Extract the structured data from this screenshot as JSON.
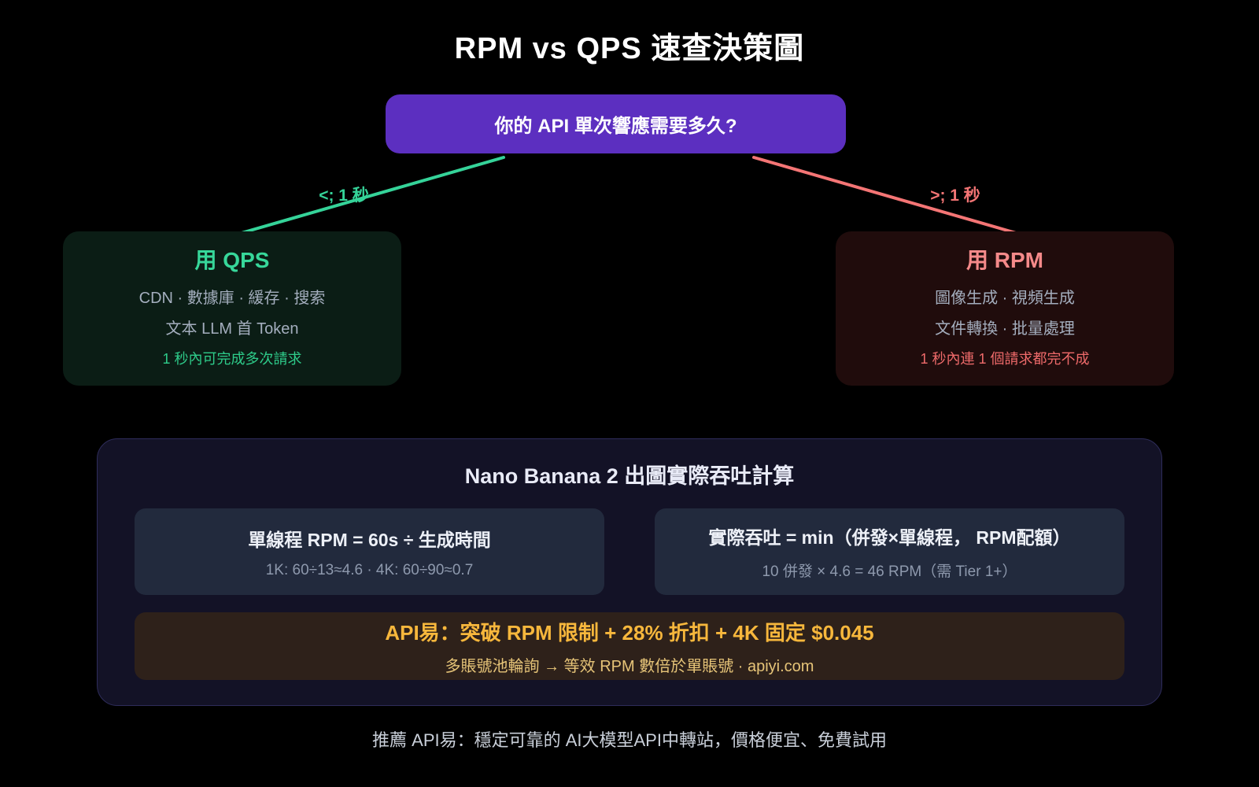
{
  "title": "RPM vs QPS 速查決策圖",
  "root_question": "你的 API 單次響應需要多久?",
  "branches": {
    "left": {
      "condition": "<;  1 秒",
      "color": "#35d399"
    },
    "right": {
      "condition": ">;  1 秒",
      "color": "#f47575"
    }
  },
  "qps_box": {
    "title": "用 QPS",
    "use_cases_1": "CDN · 數據庫 · 緩存 · 搜索",
    "use_cases_2": "文本 LLM 首 Token",
    "note": "1 秒內可完成多次請求"
  },
  "rpm_box": {
    "title": "用 RPM",
    "use_cases_1": "圖像生成 · 視頻生成",
    "use_cases_2": "文件轉換 · 批量處理",
    "note": "1 秒內連 1 個請求都完不成"
  },
  "calc_panel": {
    "title": "Nano Banana 2 出圖實際吞吐計算",
    "cards": [
      {
        "formula": "單線程 RPM = 60s ÷ 生成時間",
        "example": "1K: 60÷13≈4.6 · 4K: 60÷90≈0.7"
      },
      {
        "formula": "實際吞吐 = min（併發×單線程， RPM配額）",
        "example": "10 併發 × 4.6 = 46 RPM（需 Tier 1+）"
      }
    ],
    "promo": {
      "headline": "API易：突破 RPM 限制 + 28% 折扣 + 4K 固定 $0.045",
      "subline": "多賬號池輪詢 → 等效 RPM 數倍於單賬號 · apiyi.com"
    }
  },
  "footer": "推薦 API易：穩定可靠的 AI大模型API中轉站，價格便宜、免費試用",
  "colors": {
    "background": "#000000",
    "root_node": "#5c2fc0",
    "qps_accent": "#35d399",
    "rpm_accent": "#f47575",
    "qps_box_bg": "#0b1d15",
    "rpm_box_bg": "#200c0c",
    "panel_bg": "#131226",
    "panel_border": "#2e2c5a",
    "card_bg": "#222a3d",
    "promo_bg": "#2e211a",
    "promo_accent": "#f7b73c"
  }
}
